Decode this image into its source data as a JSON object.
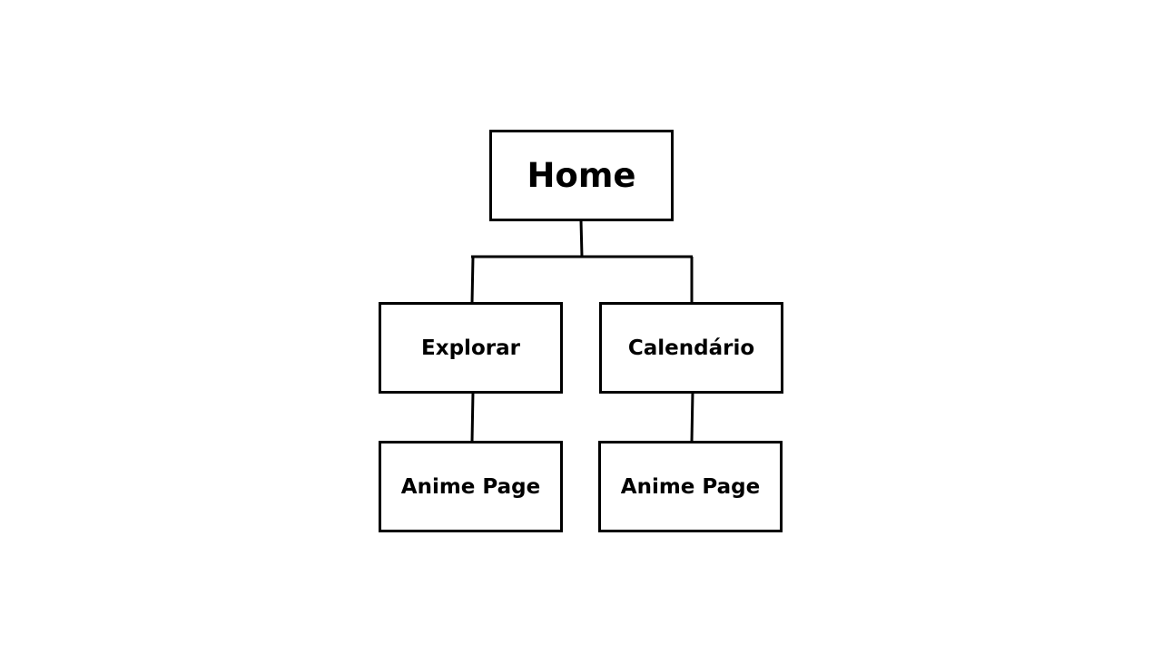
{
  "diagram": {
    "root": {
      "label": "Home"
    },
    "children": [
      {
        "label": "Explorar",
        "child": {
          "label": "Anime Page"
        }
      },
      {
        "label": "Calendário",
        "child": {
          "label": "Anime Page"
        }
      }
    ]
  }
}
